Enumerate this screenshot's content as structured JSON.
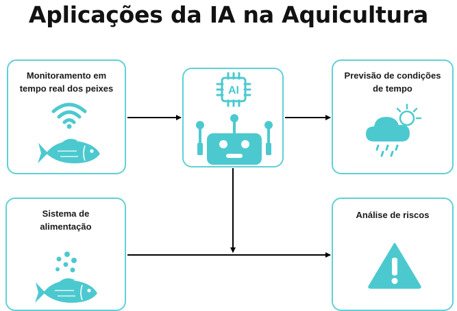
{
  "title": "Aplicações da IA na Aquicultura",
  "nodes": {
    "monitoring": {
      "line1": "Monitoramento em",
      "line2": "tempo real dos peixes",
      "icons": [
        "wifi-icon",
        "fish-icon"
      ]
    },
    "feeding": {
      "line1": "Sistema de",
      "line2": "alimentação",
      "icons": [
        "feed-pellets-icon",
        "fish-icon"
      ]
    },
    "ai": {
      "chip_label": "AI",
      "icons": [
        "ai-chip-icon",
        "robot-icon"
      ]
    },
    "weather": {
      "line1": "Previsão de condições",
      "line2": "de tempo",
      "icons": [
        "rain-cloud-sun-icon"
      ]
    },
    "risk": {
      "line1": "Análise de riscos",
      "icons": [
        "warning-triangle-icon"
      ]
    }
  },
  "edges": [
    {
      "from": "monitoring",
      "to": "ai"
    },
    {
      "from": "ai",
      "to": "weather"
    },
    {
      "from": "ai",
      "to": "feeding-risk-line"
    },
    {
      "from": "feeding",
      "to": "risk"
    }
  ],
  "colors": {
    "accent": "#5fd0d6",
    "icon": "#4cc9cf",
    "text": "#121212",
    "arrow": "#000000"
  }
}
